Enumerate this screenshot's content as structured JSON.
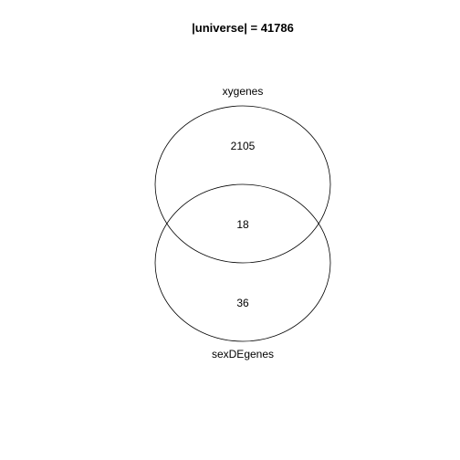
{
  "title": "|universe| = 41786",
  "sets": [
    {
      "name": "xygenes",
      "only_count": "2105"
    },
    {
      "name": "sexDEgenes",
      "only_count": "36"
    }
  ],
  "intersection_count": "18",
  "colors": {
    "background": "#ffffff",
    "stroke": "#000000",
    "text": "#000000"
  }
}
